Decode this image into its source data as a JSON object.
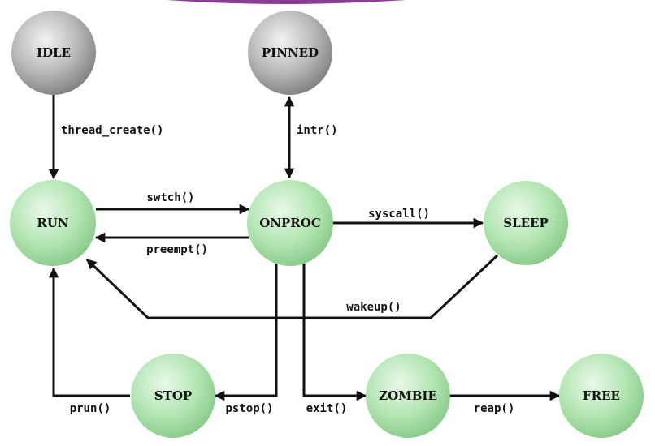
{
  "colors": {
    "idle_state": "#a9a9a9",
    "active_state": "#a8e2a8",
    "edge": "#111111",
    "top_accent": "#8b3d96"
  },
  "states": {
    "idle": "IDLE",
    "pinned": "PINNED",
    "run": "RUN",
    "onproc": "ONPROC",
    "sleep": "SLEEP",
    "stop": "STOP",
    "zombie": "ZOMBIE",
    "free": "FREE"
  },
  "transitions": {
    "thread_create": "thread_create()",
    "intr": "intr()",
    "swtch": "swtch()",
    "preempt": "preempt()",
    "syscall": "syscall()",
    "wakeup": "wakeup()",
    "prun": "prun()",
    "pstop": "pstop()",
    "exit": "exit()",
    "reap": "reap()"
  }
}
